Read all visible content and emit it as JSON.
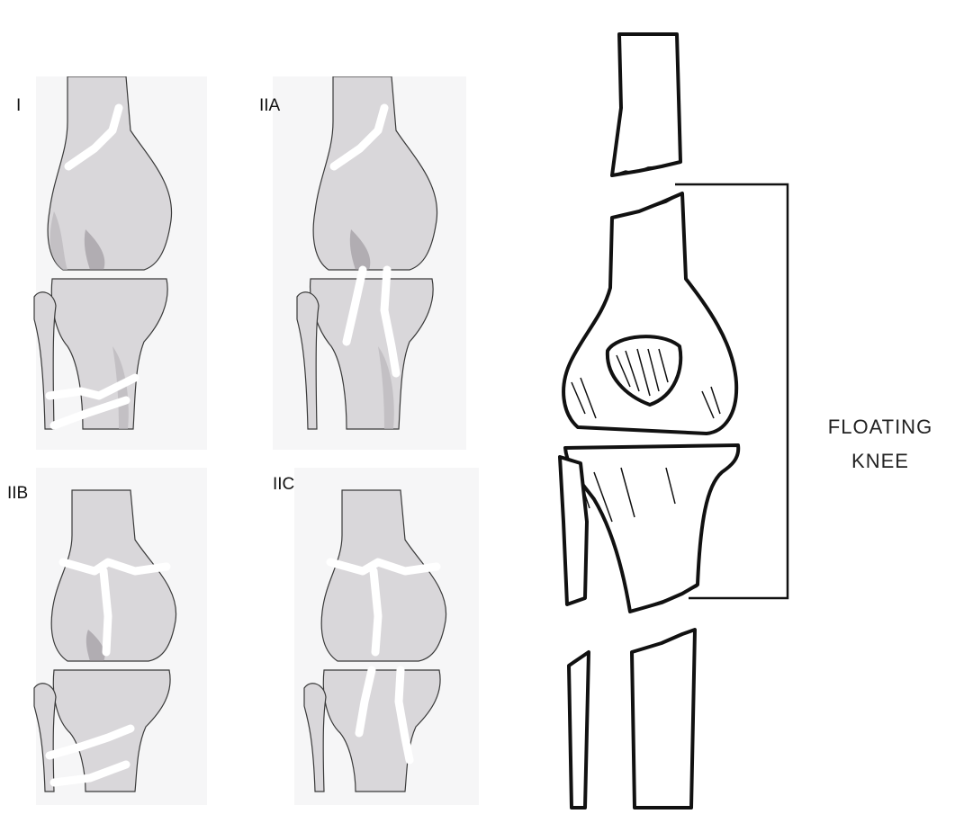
{
  "panels": [
    {
      "id": "I",
      "label": "I"
    },
    {
      "id": "IIA",
      "label": "IIA"
    },
    {
      "id": "IIB",
      "label": "IIB"
    },
    {
      "id": "IIC",
      "label": "IIC"
    }
  ],
  "floating_knee": {
    "line1": "FLOATING",
    "line2": "KNEE"
  }
}
